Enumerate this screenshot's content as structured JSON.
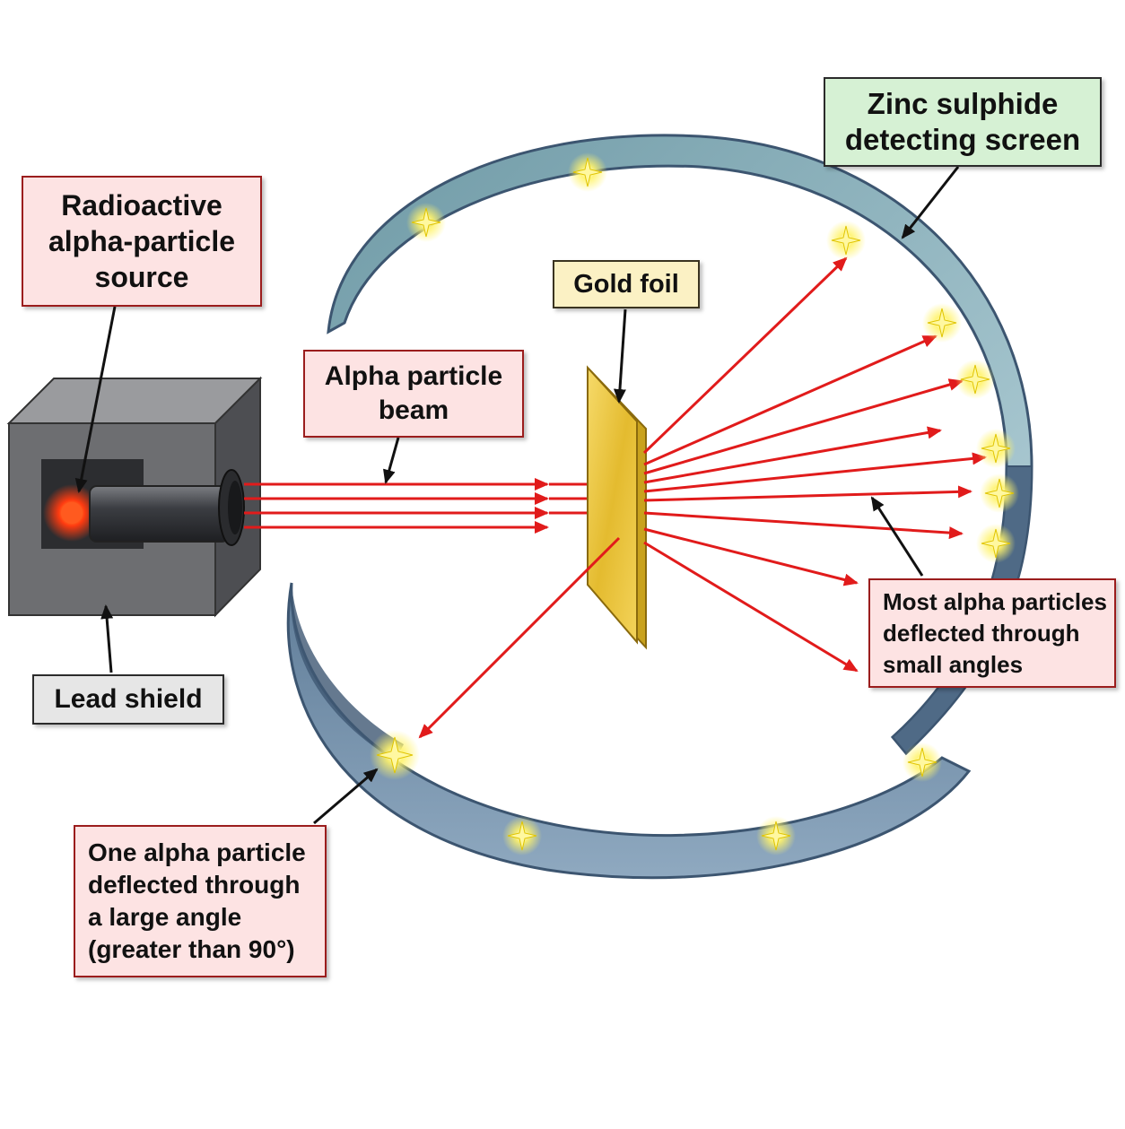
{
  "labels": {
    "source": [
      "Radioactive",
      "alpha-particle",
      "source"
    ],
    "beam": [
      "Alpha particle",
      "beam"
    ],
    "foil": [
      "Gold foil"
    ],
    "screen": [
      "Zinc sulphide",
      "detecting screen"
    ],
    "shield": [
      "Lead shield"
    ],
    "small_angles": [
      "Most alpha particles",
      "deflected through",
      "small angles"
    ],
    "large_angle": [
      "One alpha particle",
      "deflected through",
      "a large angle",
      "(greater than 90°)"
    ]
  },
  "colors": {
    "beam": "#e11b1b",
    "screen_outer": "#506b87",
    "screen_inner": "#8fb4c4",
    "foil": "#e8c547",
    "shield": "#6d6e71",
    "flash": "#fff36b",
    "pointer": "#111111"
  }
}
